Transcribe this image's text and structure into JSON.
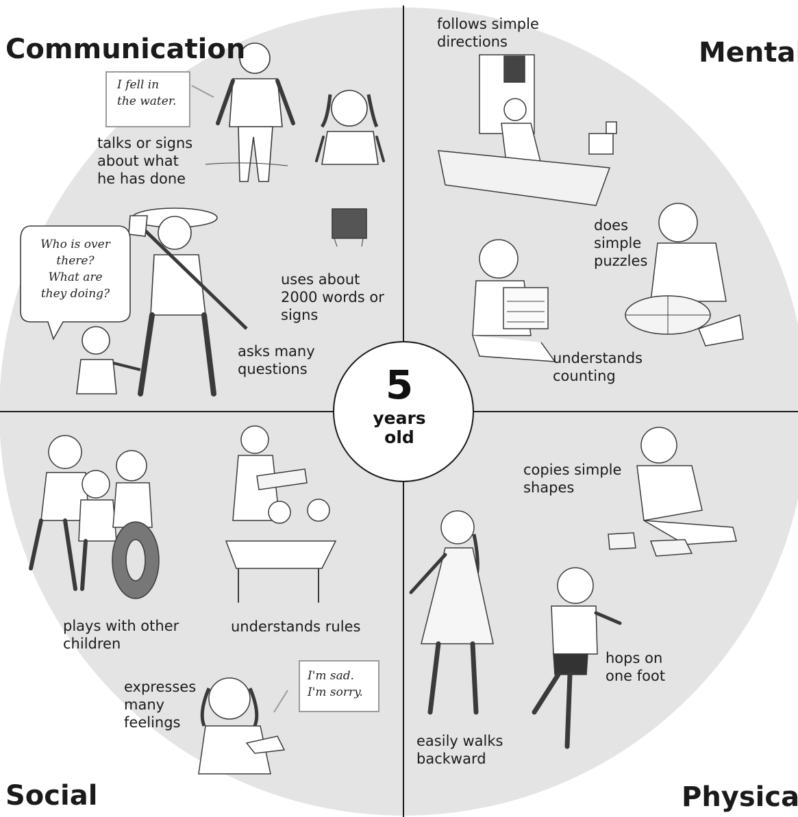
{
  "colors": {
    "disc": "#e4e4e4",
    "line": "#1a1a1a",
    "ink": "#3a3a3a",
    "box_border": "#9a9a9a"
  },
  "quadrants": {
    "communication": {
      "title": "Communication",
      "labels": {
        "talks": "talks or signs\nabout what\nhe has done",
        "words": "uses about\n2000 words or\nsigns",
        "questions": "asks many\nquestions"
      },
      "speech": {
        "fell": "I fell in\nthe water.",
        "who": "Who is over\nthere?\nWhat are\nthey doing?"
      }
    },
    "mental": {
      "title": "Mental",
      "labels": {
        "directions": "follows simple\ndirections",
        "puzzles": "does\nsimple\npuzzles",
        "counting": "understands\ncounting"
      }
    },
    "social": {
      "title": "Social",
      "labels": {
        "plays": "plays with other\nchildren",
        "rules": "understands rules",
        "feelings": "expresses\nmany\nfeelings"
      },
      "speech": {
        "sad": "I'm sad.\nI'm sorry."
      }
    },
    "physical": {
      "title": "Physical",
      "labels": {
        "shapes": "copies simple\nshapes",
        "hops": "hops on\none foot",
        "backward": "easily walks\nbackward"
      }
    }
  },
  "center": {
    "age": "5",
    "unit": "years\nold"
  }
}
